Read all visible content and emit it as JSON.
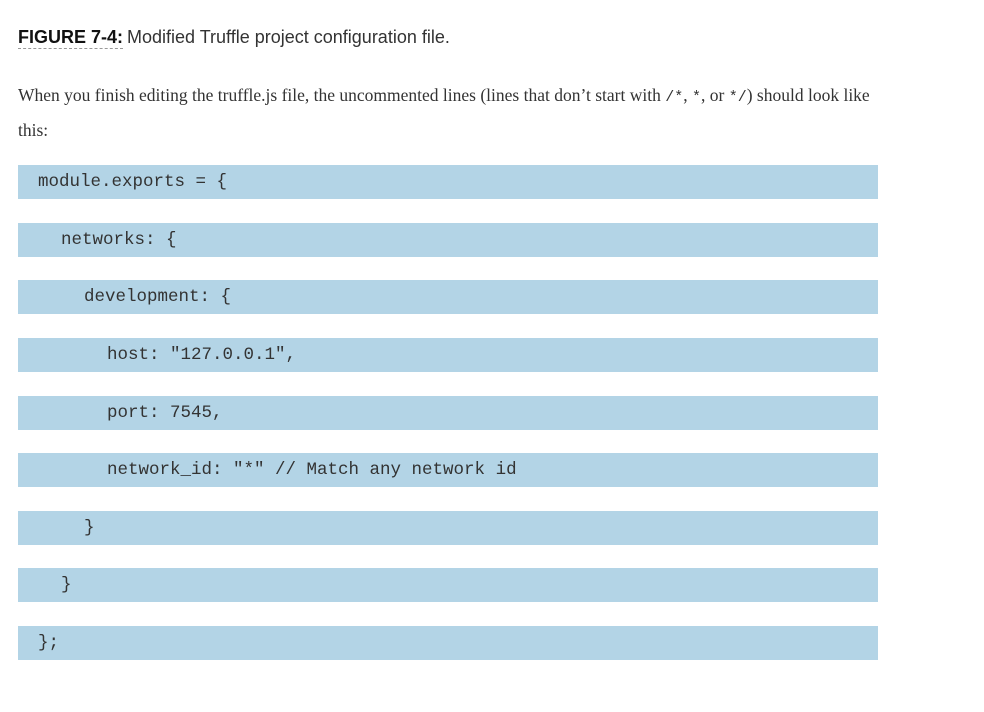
{
  "figure": {
    "label": "FIGURE 7-4:",
    "caption": "Modified Truffle project configuration file."
  },
  "paragraph": {
    "text_1": "When you finish editing the truffle.js file, the uncommented lines (lines that don’t start with ",
    "code_1": "/*",
    "text_2": ", ",
    "code_2": "*",
    "text_3": ", or ",
    "code_3": "*/",
    "text_4": ") should look like this:"
  },
  "code_block": {
    "lines": [
      "module.exports = {",
      "networks: {",
      "development: {",
      "host: \"127.0.0.1\",",
      "port: 7545,",
      "network_id: \"*\" // Match any network id",
      "}",
      "}",
      "};"
    ]
  }
}
